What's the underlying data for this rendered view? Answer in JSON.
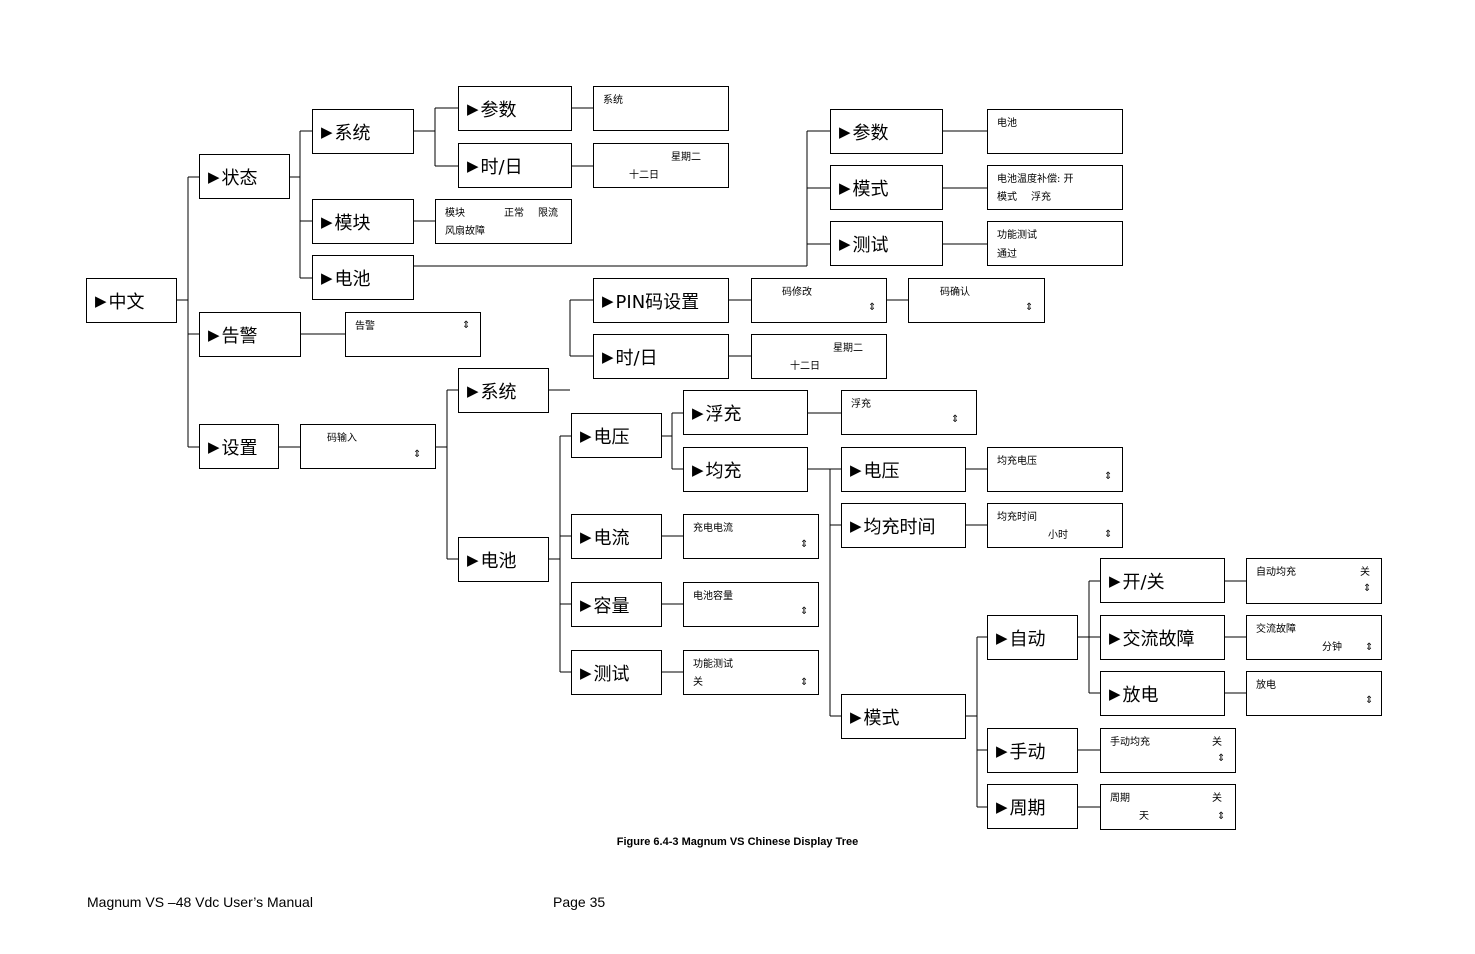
{
  "nodes": {
    "zhongwen": "中文",
    "zhuangtai": "状态",
    "gaojing": "告警",
    "shezhi": "设置",
    "st_xitong": "系统",
    "st_mokuai": "模块",
    "st_dianchi": "电池",
    "st_xt_canshu": "参数",
    "st_xt_shiri": "时/日",
    "bat_canshu": "参数",
    "bat_moshi": "模式",
    "bat_ceshi": "测试",
    "set_xitong": "系统",
    "set_dianchi": "电池",
    "set_pin": "PIN码设置",
    "set_shiri": "时/日",
    "set_dianya": "电压",
    "set_dianliu": "电流",
    "set_rongliang": "容量",
    "set_ceshi": "测试",
    "set_fuchong": "浮充",
    "set_junchong": "均充",
    "jc_dianya": "电压",
    "jc_shijian": "均充时间",
    "jc_moshi": "模式",
    "m_zidong": "自动",
    "m_shoudong": "手动",
    "m_zhouqi": "周期",
    "zd_kaiguan": "开/关",
    "zd_jiaoliu": "交流故障",
    "zd_fangdian": "放电"
  },
  "panels": {
    "p_xitong": {
      "l1": "系统"
    },
    "p_shiri1": {
      "l1": "星期二",
      "l2": "十二日"
    },
    "p_mokuai": {
      "l1a": "模块",
      "l1b": "正常",
      "l1c": "限流",
      "l2": "风扇故障"
    },
    "p_bat_canshu": {
      "l1": "电池"
    },
    "p_bat_moshi": {
      "l1": "电池温度补偿: 开",
      "l2a": "模式",
      "l2b": "浮充"
    },
    "p_bat_ceshi": {
      "l1": "功能测试",
      "l2": "通过"
    },
    "p_gaojing": {
      "l1": "告警",
      "arrow": "⇕"
    },
    "p_mashuru": {
      "l1": "码输入",
      "arrow": "⇕"
    },
    "p_maxiugai": {
      "l1": "码修改",
      "arrow": "⇕"
    },
    "p_maqueren": {
      "l1": "码确认",
      "arrow": "⇕"
    },
    "p_shiri2": {
      "l1": "星期二",
      "l2": "十二日"
    },
    "p_fuchong": {
      "l1": "浮充",
      "arrow": "⇕"
    },
    "p_junchong_dy": {
      "l1": "均充电压",
      "arrow": "⇕"
    },
    "p_junchong_sj": {
      "l1": "均充时间",
      "l2": "小时",
      "arrow": "⇕"
    },
    "p_chongdianliu": {
      "l1": "充电电流",
      "arrow": "⇕"
    },
    "p_rongliang": {
      "l1": "电池容量",
      "arrow": "⇕"
    },
    "p_gongneng": {
      "l1": "功能测试",
      "l2": "关",
      "arrow": "⇕"
    },
    "p_zidong_jc": {
      "l1": "自动均充",
      "r1": "关",
      "arrow": "⇕"
    },
    "p_jiaoliu": {
      "l1": "交流故障",
      "l2": "分钟",
      "arrow": "⇕"
    },
    "p_fangdian": {
      "l1": "放电",
      "arrow": "⇕"
    },
    "p_shoudong": {
      "l1": "手动均充",
      "r1": "关",
      "arrow": "⇕"
    },
    "p_zhouqi": {
      "l1": "周期",
      "r1": "关",
      "l2": "天",
      "arrow": "⇕"
    }
  },
  "symbols": {
    "triangle": "▶"
  },
  "caption": "Figure 6.4-3 Magnum VS Chinese Display Tree",
  "footer": {
    "left": "Magnum VS –48 Vdc User’s Manual",
    "page": "Page 35"
  }
}
